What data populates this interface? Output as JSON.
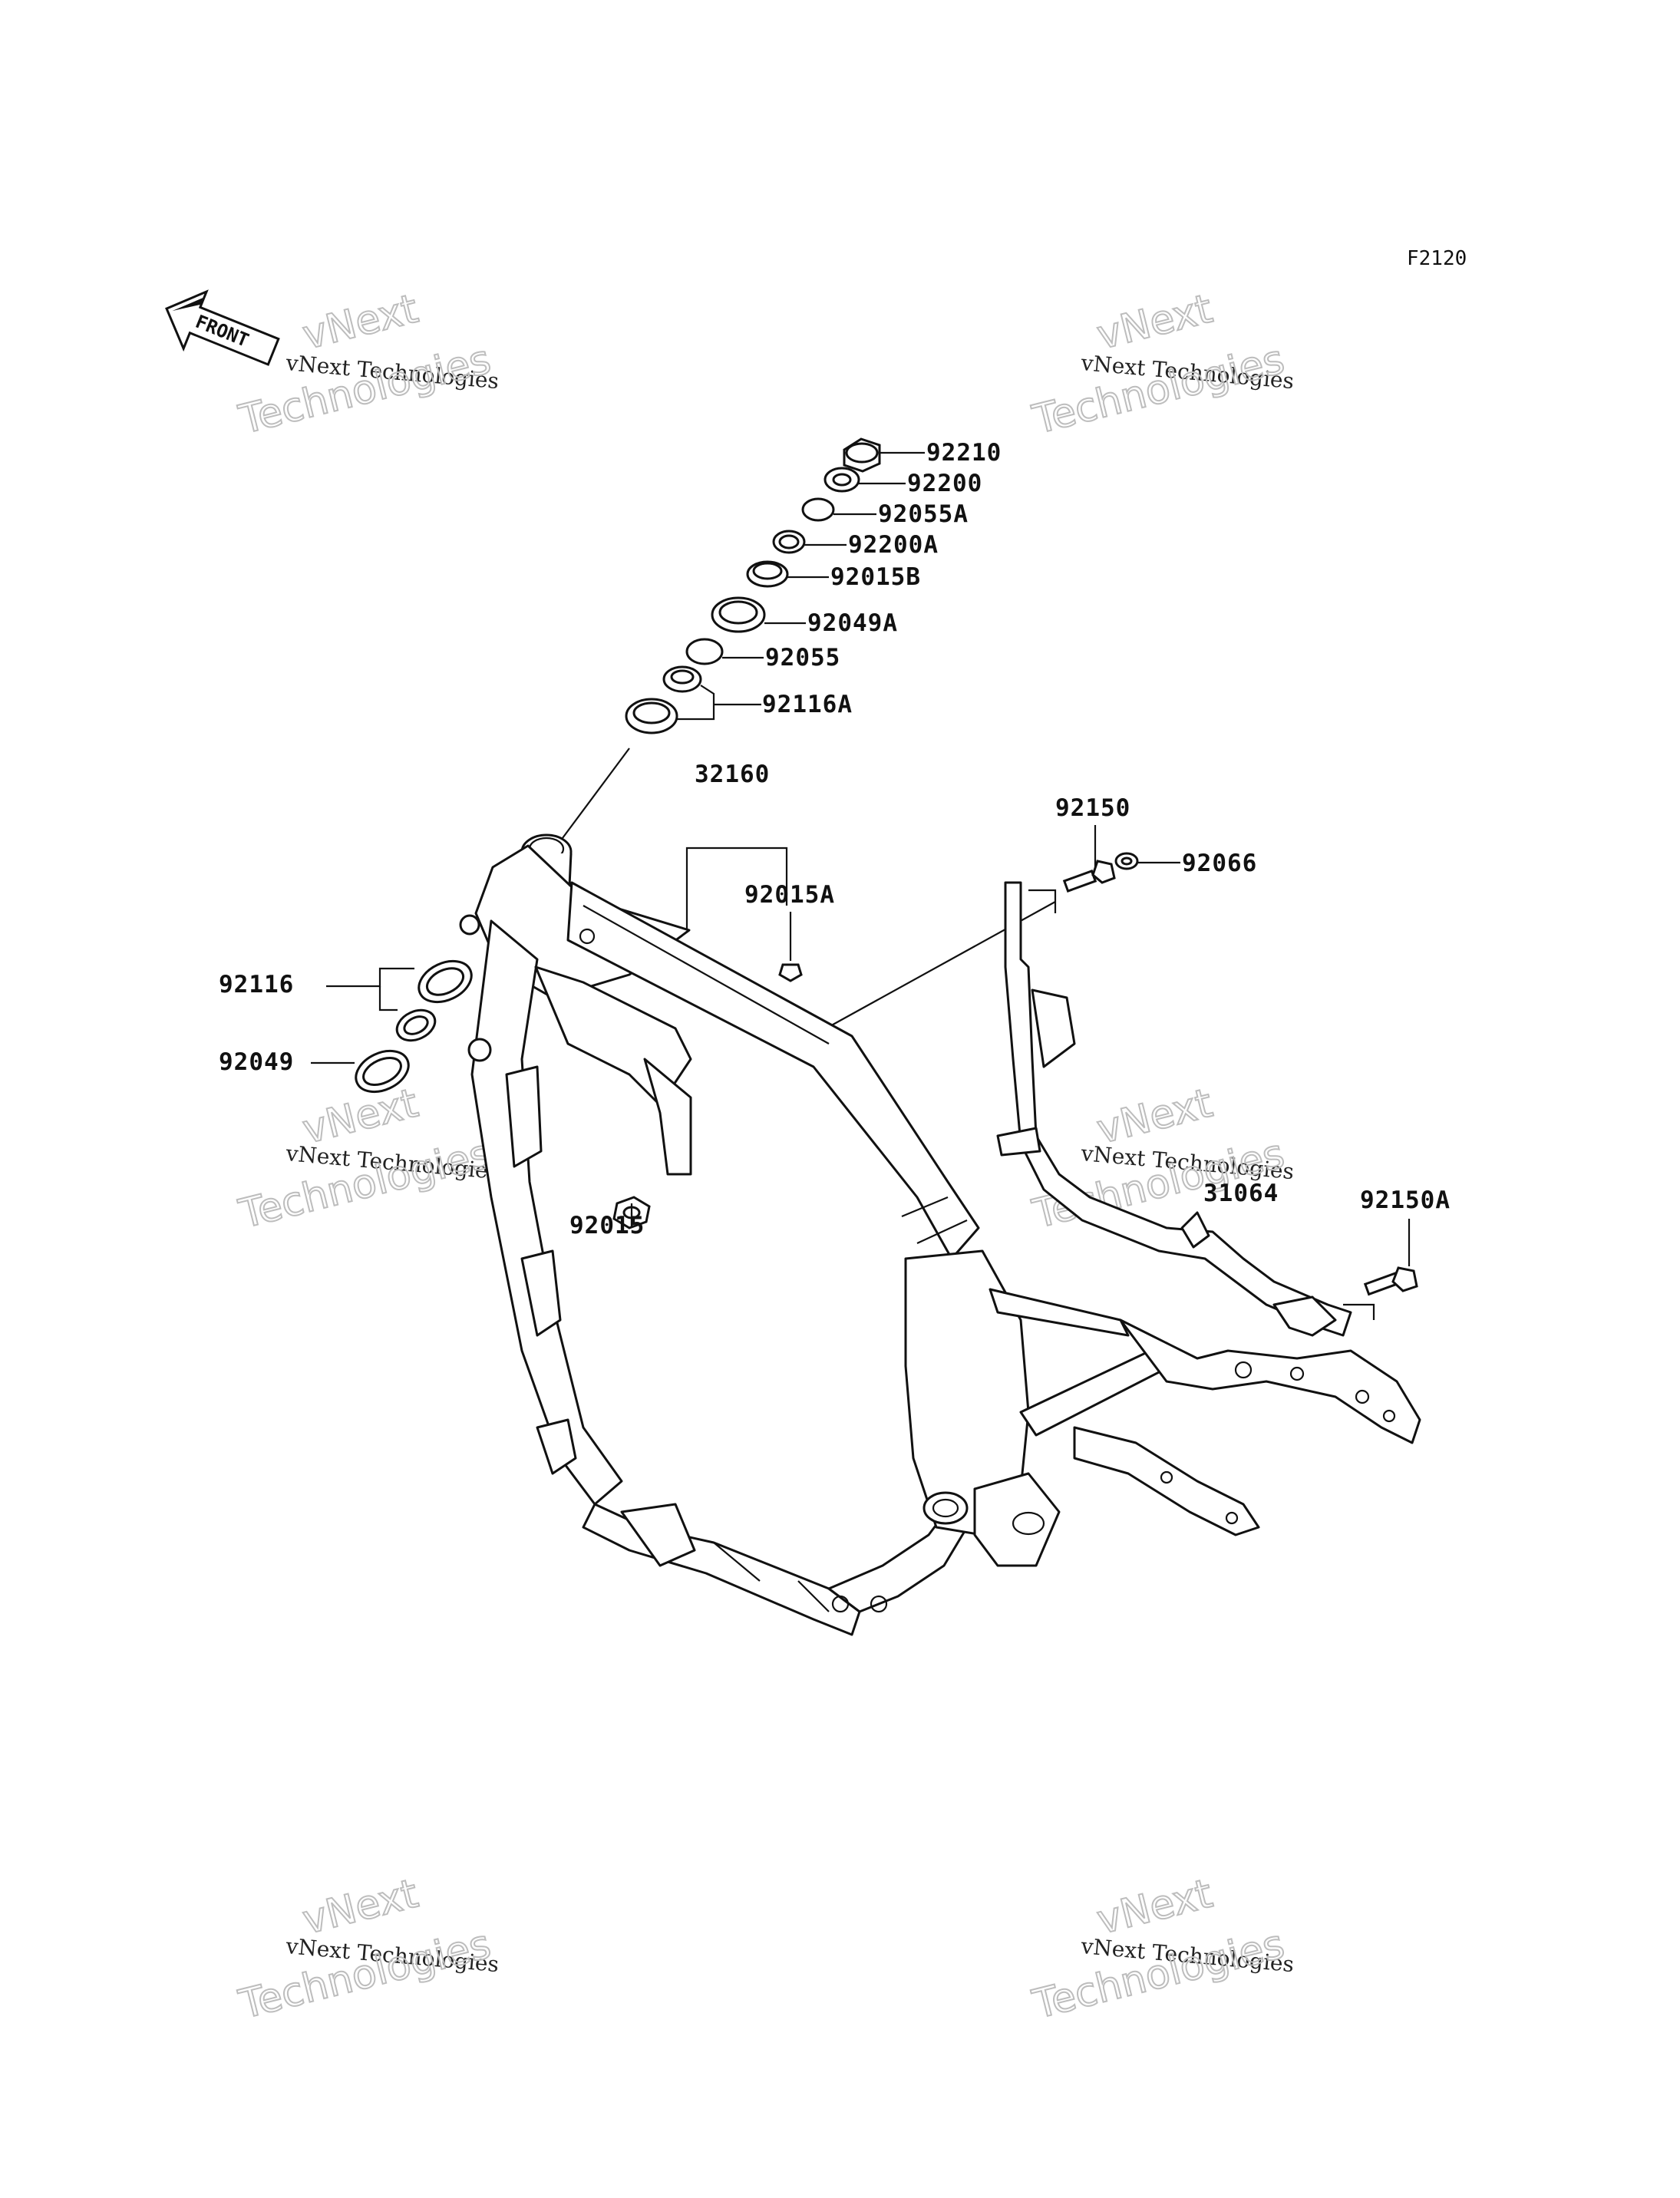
{
  "figure_code": "F2120",
  "front_label": "FRONT",
  "watermark": {
    "line1": "vNext",
    "line2": "vNext Technologies",
    "line3": "Technologies"
  },
  "parts": {
    "p92210": "92210",
    "p92200": "92200",
    "p92055A": "92055A",
    "p92200A": "92200A",
    "p92015B": "92015B",
    "p92049A": "92049A",
    "p92055": "92055",
    "p92116A": "92116A",
    "p32160": "32160",
    "p92015A": "92015A",
    "p92150": "92150",
    "p92066": "92066",
    "p92116": "92116",
    "p92049": "92049",
    "p92015": "92015",
    "p31064": "31064",
    "p92150A": "92150A"
  },
  "colors": {
    "ink": "#111111",
    "watermark": "#bdbdbd",
    "background": "#ffffff"
  }
}
